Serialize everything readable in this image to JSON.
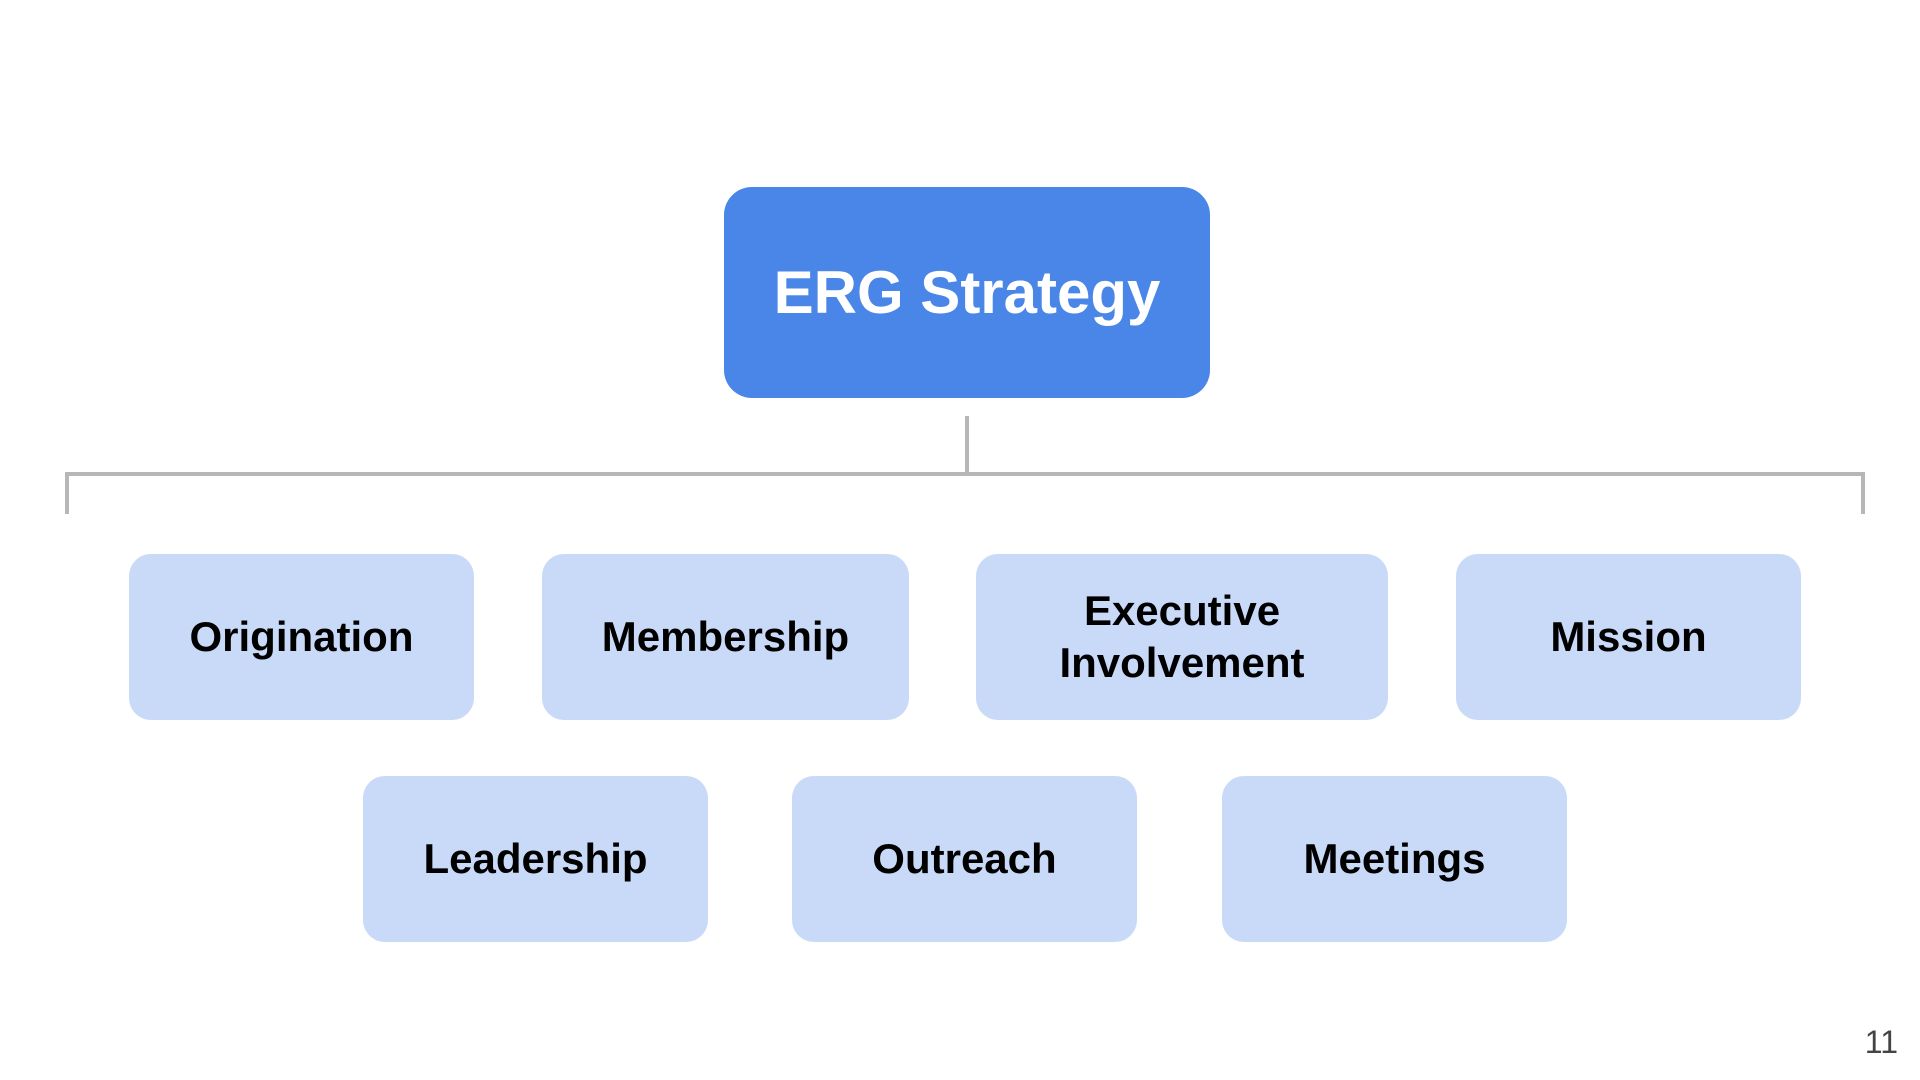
{
  "diagram": {
    "root": {
      "label": "ERG Strategy"
    },
    "children": [
      {
        "label": "Origination"
      },
      {
        "label": "Membership"
      },
      {
        "label": "Executive Involvement"
      },
      {
        "label": "Mission"
      },
      {
        "label": "Leadership"
      },
      {
        "label": "Outreach"
      },
      {
        "label": "Meetings"
      }
    ]
  },
  "slide": {
    "page_number": "11"
  },
  "colors": {
    "root_fill": "#4a86e8",
    "child_fill": "#c9daf8",
    "connector": "#b7b7b7",
    "root_text": "#ffffff",
    "child_text": "#000000"
  }
}
